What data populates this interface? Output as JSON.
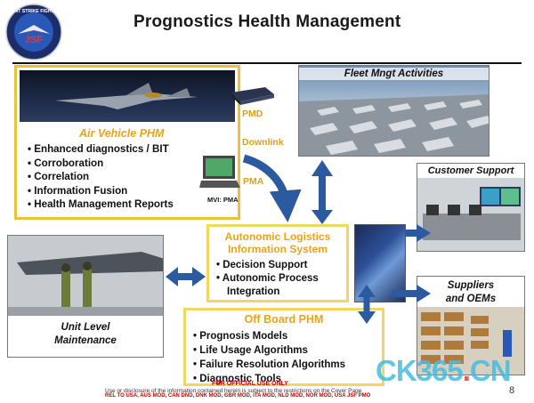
{
  "title": "Prognostics Health Management",
  "logo": {
    "top_text": "JOINT STRIKE FIGHTER",
    "center_text": "JSF"
  },
  "air_vehicle": {
    "heading": "Air Vehicle PHM",
    "items": [
      "Enhanced diagnostics / BIT",
      "Corroboration",
      "Correlation",
      "Information Fusion",
      "Health Management Reports"
    ]
  },
  "links": {
    "pmd": "PMD",
    "downlink": "Downlink",
    "pma": "PMA",
    "laptop_caption": "MVI: PMA"
  },
  "fleet": {
    "title": "Fleet Mngt Activities"
  },
  "customer": {
    "title": "Customer Support"
  },
  "suppliers": {
    "title_line1": "Suppliers",
    "title_line2": "and OEMs"
  },
  "unit_level": {
    "title_line1": "Unit Level",
    "title_line2": "Maintenance"
  },
  "autonomic": {
    "heading_line1": "Autonomic Logistics",
    "heading_line2": "Information System",
    "items": [
      "Decision Support",
      "Autonomic Process",
      "Integration"
    ]
  },
  "offboard": {
    "heading": "Off Board PHM",
    "items": [
      "Prognosis Models",
      "Life Usage Algorithms",
      "Failure Resolution Algorithms",
      "Diagnostic Tools"
    ]
  },
  "footer": {
    "classification": "FOR OFFICIAL USE ONLY",
    "disclosure": "Use or disclosure of the information contained herein is subject to the restrictions on the Cover Page",
    "release": "REL TO USA, AUS MOD, CAN DND, DNK MOD, GBR MOD, ITA MOD, NLD MOD, NOR MOD, USA JSF PMO",
    "page_number": "8"
  },
  "watermark": {
    "text": "CK365",
    "dot": ".",
    "suffix": "CN"
  },
  "colors": {
    "box_border": "#e8c23a",
    "heading_accent": "#e8a41a",
    "arrow_blue": "#2c5aa0"
  }
}
